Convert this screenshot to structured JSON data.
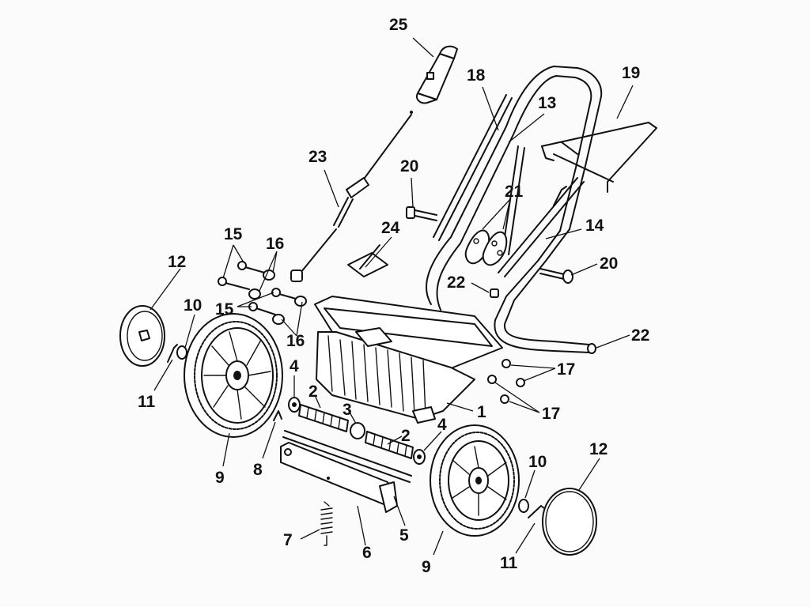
{
  "callouts": {
    "c25": "25",
    "c18": "18",
    "c19": "19",
    "c13": "13",
    "c23": "23",
    "c20a": "20",
    "c21": "21",
    "c24": "24",
    "c14": "14",
    "c15a": "15",
    "c16a": "16",
    "c12a": "12",
    "c20b": "20",
    "c22a": "22",
    "c10a": "10",
    "c15b": "15",
    "c16b": "16",
    "c22b": "22",
    "c17a": "17",
    "c4a": "4",
    "c11a": "11",
    "c2a": "2",
    "c3": "3",
    "c1": "1",
    "c17b": "17",
    "c4b": "4",
    "c2b": "2",
    "c8": "8",
    "c9a": "9",
    "c10b": "10",
    "c12b": "12",
    "c7": "7",
    "c6": "6",
    "c5": "5",
    "c11b": "11",
    "c9b": "9"
  }
}
